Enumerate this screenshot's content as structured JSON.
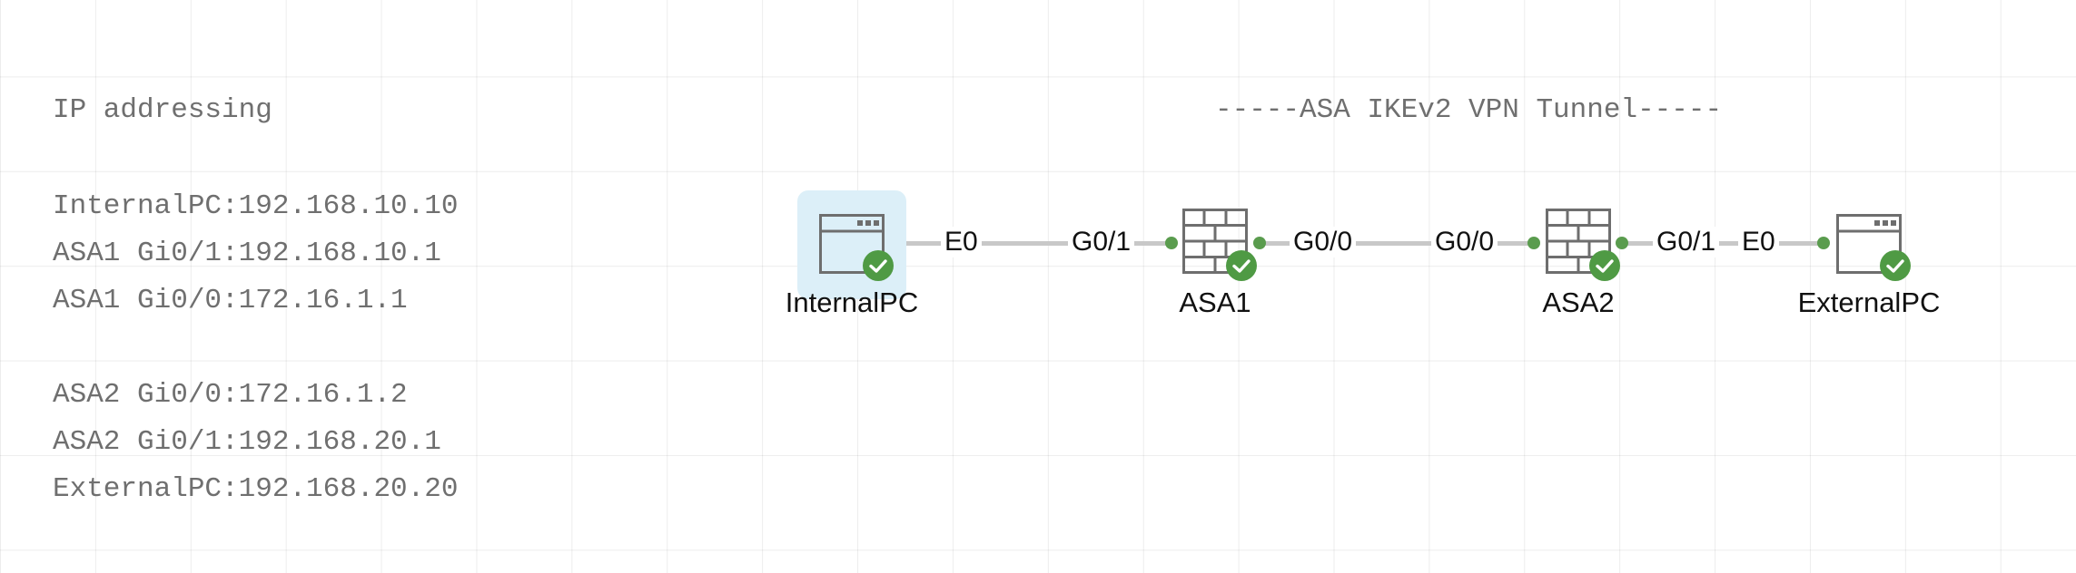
{
  "notes": {
    "addressing_title": "IP addressing",
    "tunnel_title": "-----ASA IKEv2 VPN Tunnel-----",
    "addresses": [
      "InternalPC:192.168.10.10",
      "ASA1 Gi0/1:192.168.10.1",
      "ASA1 Gi0/0:172.16.1.1",
      "ASA2 Gi0/0:172.16.1.2",
      "ASA2 Gi0/1:192.168.20.1",
      "ExternalPC:192.168.20.20"
    ]
  },
  "topology": {
    "nodes": [
      {
        "id": "internalpc",
        "label": "InternalPC",
        "icon": "pc-icon",
        "status": "running",
        "selected": true
      },
      {
        "id": "asa1",
        "label": "ASA1",
        "icon": "firewall-icon",
        "status": "running"
      },
      {
        "id": "asa2",
        "label": "ASA2",
        "icon": "firewall-icon",
        "status": "running"
      },
      {
        "id": "externalpc",
        "label": "ExternalPC",
        "icon": "pc-icon",
        "status": "running"
      }
    ],
    "links": [
      {
        "from": "internalpc",
        "from_port": "E0",
        "to": "asa1",
        "to_port": "G0/1"
      },
      {
        "from": "asa1",
        "from_port": "G0/0",
        "to": "asa2",
        "to_port": "G0/0"
      },
      {
        "from": "asa2",
        "from_port": "G0/1",
        "to": "externalpc",
        "to_port": "E0"
      }
    ]
  },
  "colors": {
    "link": "#c8c8c8",
    "port_dot": "#5a9c4e",
    "status_ok": "#4f9a44",
    "selection": "#dceff8",
    "note_text": "#6f6f6f"
  }
}
